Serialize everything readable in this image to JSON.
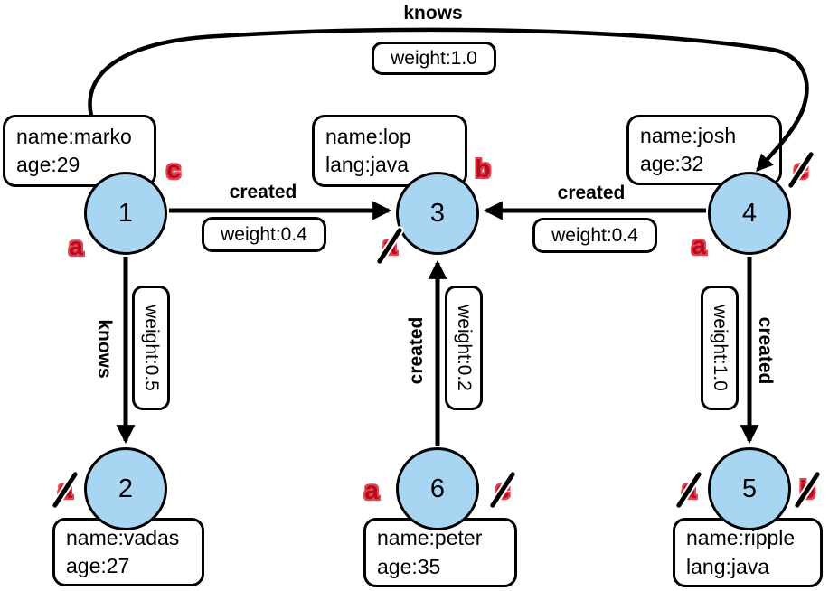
{
  "diagram_type": "property-graph",
  "colors": {
    "node_fill": "#A8D5F2",
    "node_border": "#000000",
    "edge_color": "#000000",
    "mark_red": "#B00D20",
    "background": "#FFFFFF"
  },
  "nodes": [
    {
      "id": "1",
      "label": "1",
      "properties": [
        "name:marko",
        "age:29"
      ],
      "marks": [
        {
          "letter": "a",
          "struck": false
        },
        {
          "letter": "c",
          "struck": false
        }
      ]
    },
    {
      "id": "2",
      "label": "2",
      "properties": [
        "name:vadas",
        "age:27"
      ],
      "marks": [
        {
          "letter": "a",
          "struck": true
        }
      ]
    },
    {
      "id": "3",
      "label": "3",
      "properties": [
        "name:lop",
        "lang:java"
      ],
      "marks": [
        {
          "letter": "a",
          "struck": true
        },
        {
          "letter": "b",
          "struck": false
        }
      ]
    },
    {
      "id": "4",
      "label": "4",
      "properties": [
        "name:josh",
        "age:32"
      ],
      "marks": [
        {
          "letter": "a",
          "struck": false
        },
        {
          "letter": "c",
          "struck": true
        }
      ]
    },
    {
      "id": "5",
      "label": "5",
      "properties": [
        "name:ripple",
        "lang:java"
      ],
      "marks": [
        {
          "letter": "a",
          "struck": true
        },
        {
          "letter": "b",
          "struck": true
        }
      ]
    },
    {
      "id": "6",
      "label": "6",
      "properties": [
        "name:peter",
        "age:35"
      ],
      "marks": [
        {
          "letter": "a",
          "struck": false
        },
        {
          "letter": "c",
          "struck": true
        }
      ]
    }
  ],
  "edges": [
    {
      "from": "1",
      "to": "3",
      "label": "created",
      "weight": "weight:0.4"
    },
    {
      "from": "4",
      "to": "3",
      "label": "created",
      "weight": "weight:0.4"
    },
    {
      "from": "1",
      "to": "4",
      "label": "knows",
      "weight": "weight:1.0"
    },
    {
      "from": "1",
      "to": "2",
      "label": "knows",
      "weight": "weight:0.5"
    },
    {
      "from": "6",
      "to": "3",
      "label": "created",
      "weight": "weight:0.2"
    },
    {
      "from": "4",
      "to": "5",
      "label": "created",
      "weight": "weight:1.0"
    }
  ]
}
